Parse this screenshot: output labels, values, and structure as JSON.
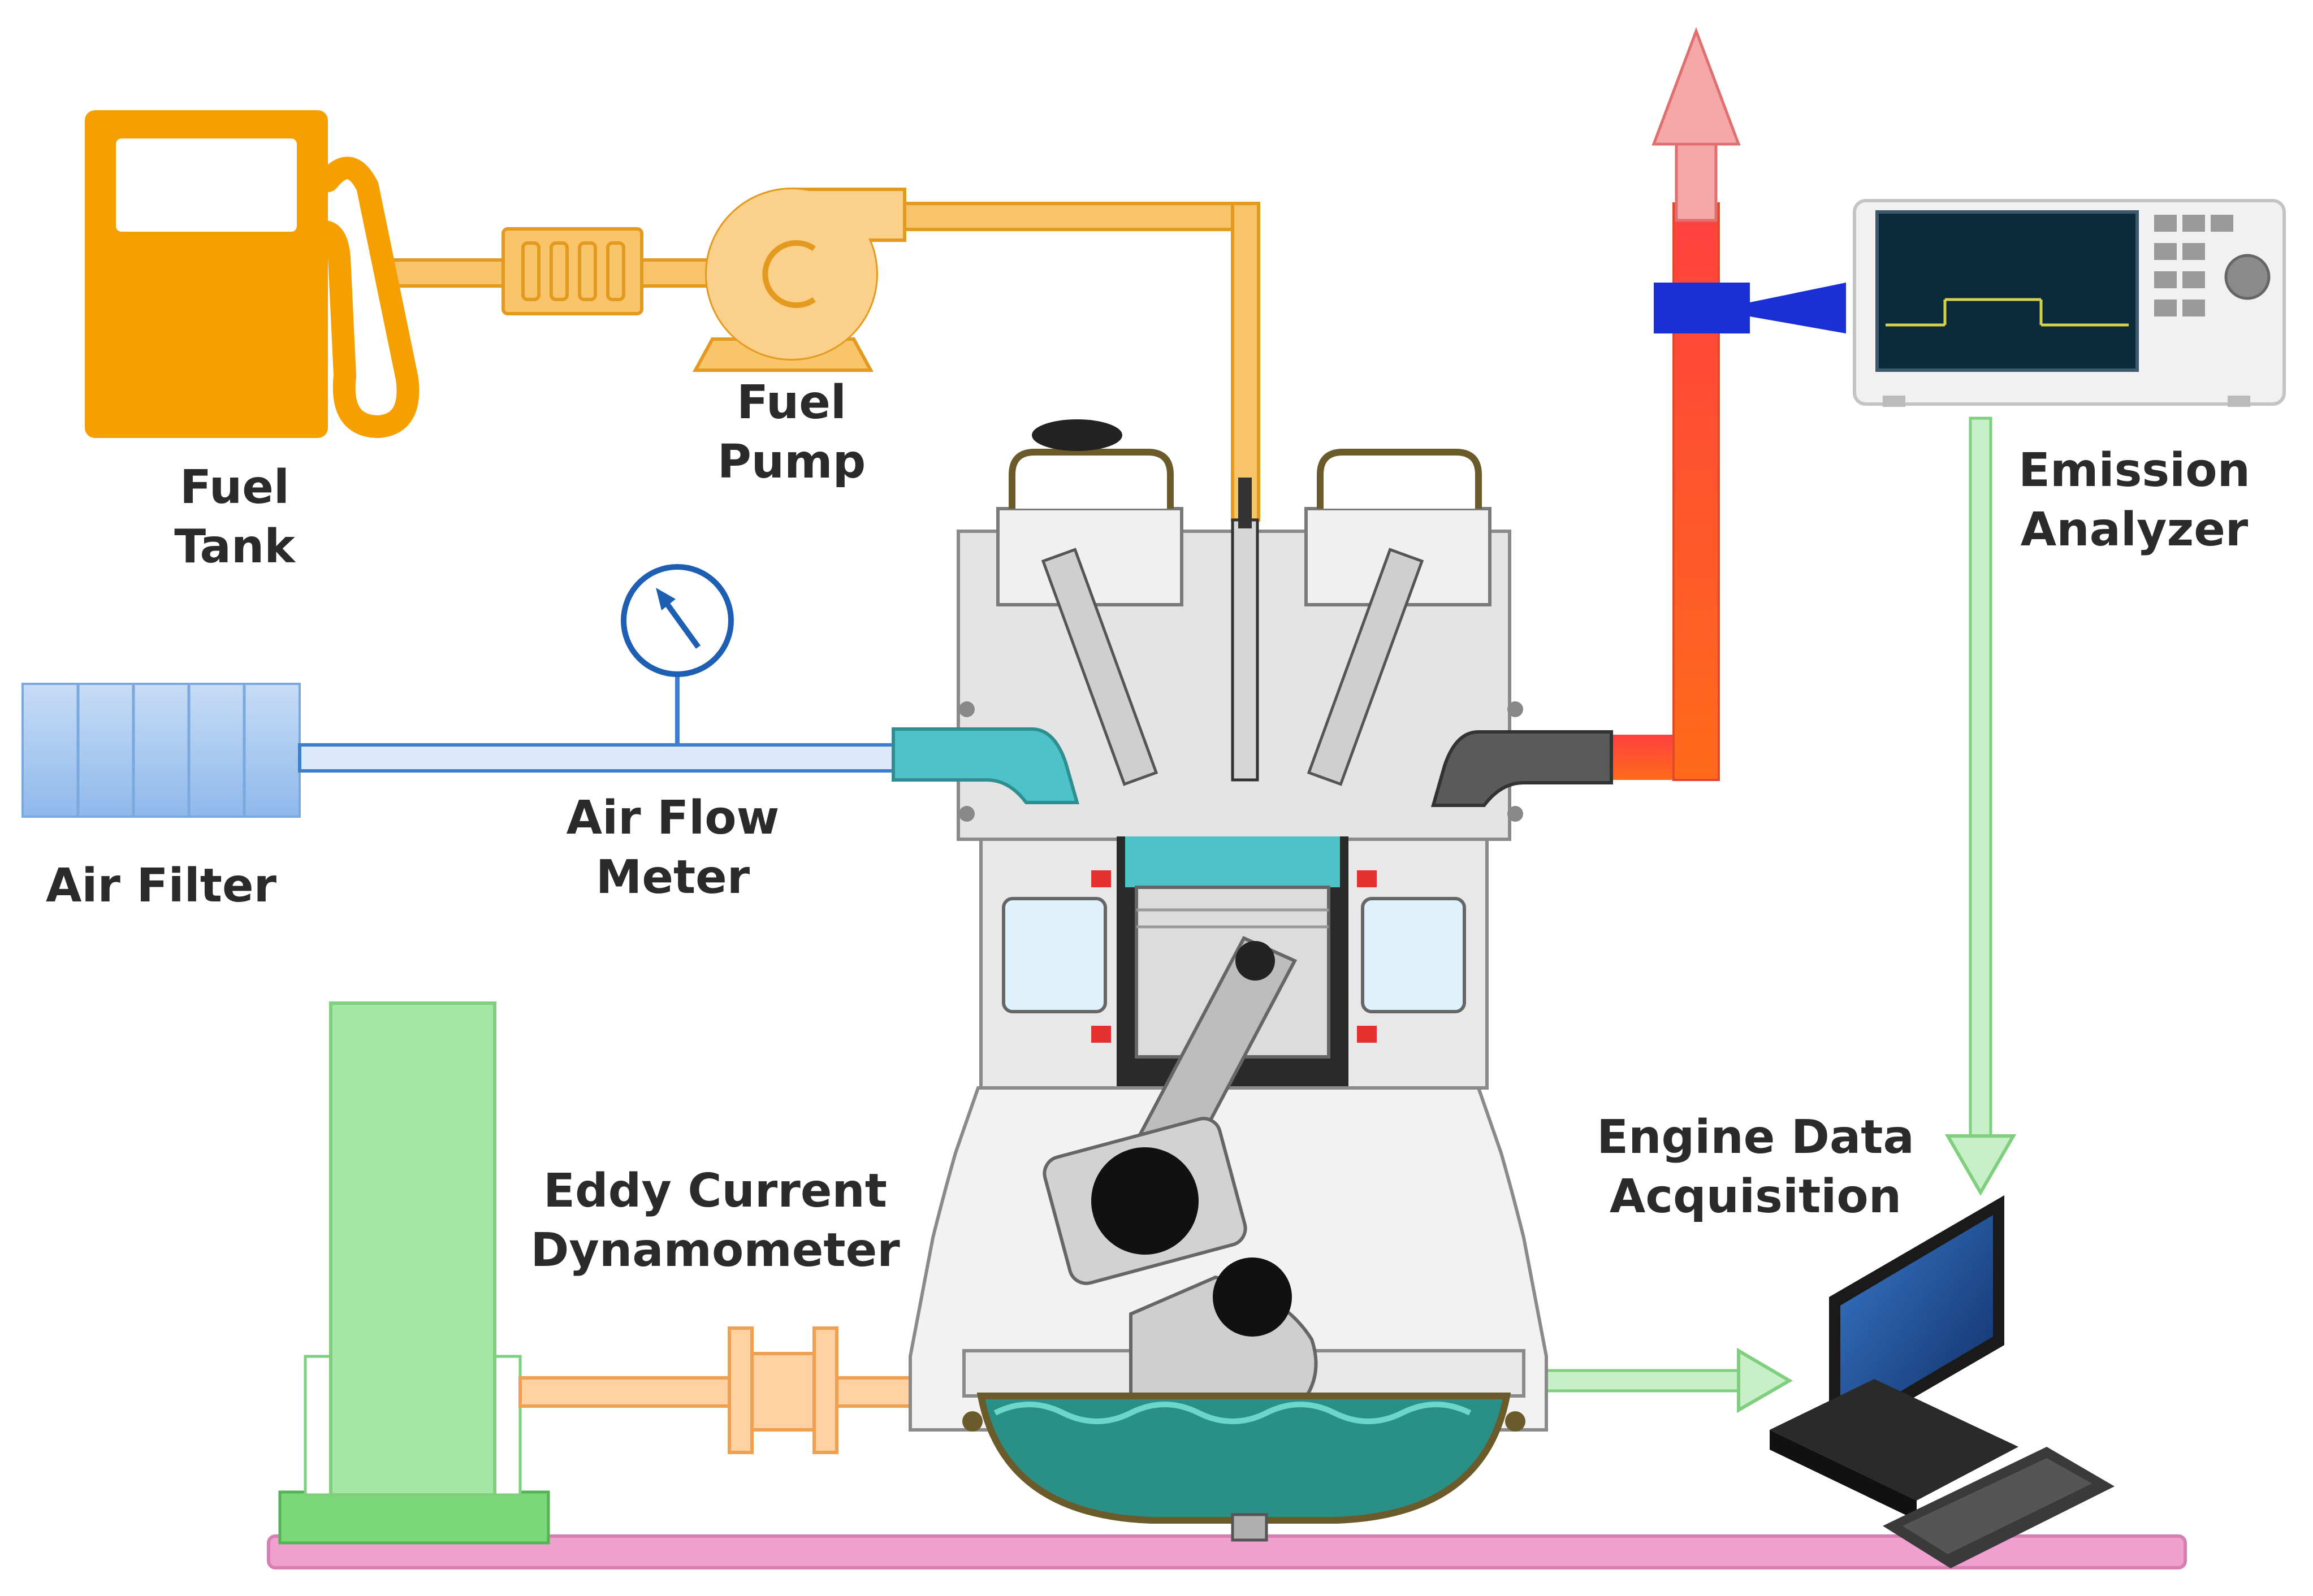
{
  "labels": {
    "fuel_tank": [
      "Fuel",
      "Tank"
    ],
    "fuel_pump": [
      "Fuel",
      "Pump"
    ],
    "air_filter": [
      "Air Filter"
    ],
    "air_flow_meter": [
      "Air Flow",
      "Meter"
    ],
    "emission_analyzer": [
      "Emission",
      "Analyzer"
    ],
    "engine_data_acquisition": [
      "Engine Data",
      "Acquisition"
    ],
    "eddy_current_dynamometer": [
      "Eddy Current",
      "Dynamometer"
    ]
  },
  "colors": {
    "fuel": "#f5a000",
    "fuel_line": "#f7b84a",
    "air_filter": "#9cc3ee",
    "air_line": "#3c7fd0",
    "intake": "#4dc3c7",
    "exhaust_hot": "#ff5a1e",
    "exhaust_plume": "#f6a0a0",
    "signal_green": "#9be49b",
    "dynamometer": "#96e696",
    "shaft": "#ffd1a3",
    "base_rail": "#f0a0cf",
    "engine_body": "#e4e4e4",
    "analyzer_probe": "#1a2fd6"
  }
}
